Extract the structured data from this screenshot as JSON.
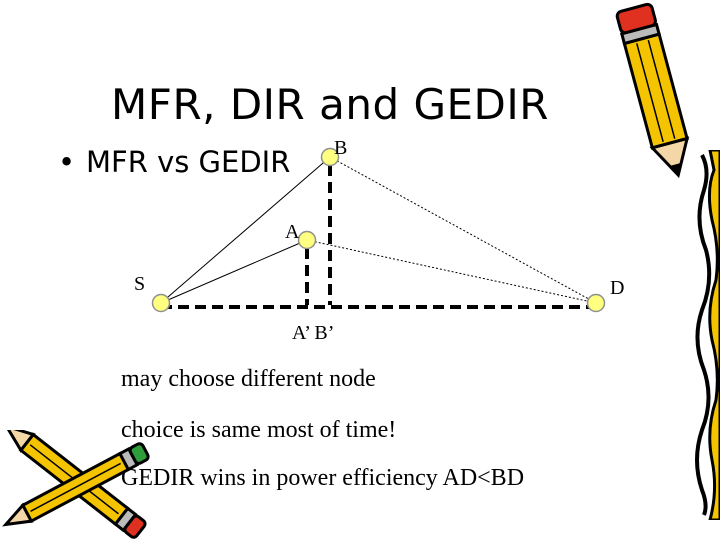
{
  "title": "MFR, DIR and GEDIR",
  "bullet": "MFR vs GEDIR",
  "diagram": {
    "labels": {
      "S": "S",
      "A": "A",
      "B": "B",
      "D": "D",
      "projections": "A’  B’"
    }
  },
  "notes": [
    "may choose different node",
    "choice is same most of time!",
    "GEDIR wins in power efficiency AD<BD"
  ],
  "colors": {
    "node_fill": "#ffff80",
    "node_stroke": "#909090",
    "pencil_body": "#f5c400",
    "pencil_eraser": "#e03020"
  }
}
